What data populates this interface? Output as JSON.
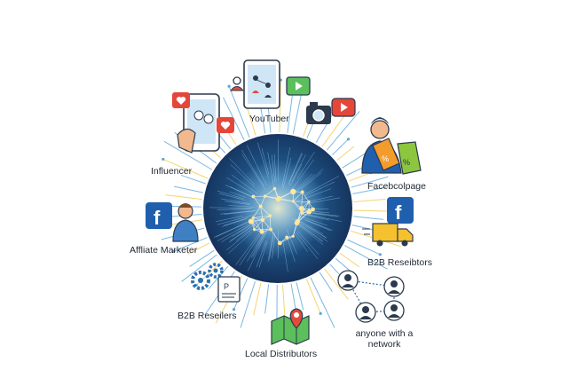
{
  "diagram": {
    "title": "",
    "hub": {
      "theme": "glowing network globe"
    },
    "nodes": [
      {
        "id": "youtuber",
        "label": "YouTuber",
        "icons": [
          "phone-icon",
          "video-play-icon",
          "camera-icon"
        ]
      },
      {
        "id": "influencer",
        "label": "Influencer",
        "icons": [
          "phone-icon",
          "heart-icon"
        ]
      },
      {
        "id": "facebook-page",
        "label": "Facebcolpage",
        "icons": [
          "person-icon",
          "price-tag-icon"
        ]
      },
      {
        "id": "affiliate",
        "label": "Affliate Marketer",
        "icons": [
          "facebook-icon",
          "person-icon"
        ]
      },
      {
        "id": "b2b-resellers-right",
        "label": "B2B Reseibtors",
        "icons": [
          "facebook-icon",
          "truck-icon"
        ]
      },
      {
        "id": "b2b-resellers-left",
        "label": "B2B Reseilers",
        "icons": [
          "gears-icon",
          "document-icon"
        ]
      },
      {
        "id": "network",
        "label": "anyone with a\nnetwork",
        "icons": [
          "people-network-icon"
        ]
      },
      {
        "id": "local-distributors",
        "label": "Local Distributors",
        "icons": [
          "map-pin-icon"
        ]
      }
    ]
  },
  "colors": {
    "hub_dark": "#15315a",
    "hub_mid": "#1f5a8f",
    "glow": "#ffe79a",
    "ray_blue": "#5aa6d6",
    "ray_yellow": "#f2c94c",
    "phone_blue": "#cfe6f6",
    "heart_red": "#e4463a",
    "facebook_blue": "#1f5fae",
    "tag_orange": "#f39c2c",
    "tag_green": "#8cc63f",
    "truck_yellow": "#f6c12e",
    "gear_blue": "#2c6fb0",
    "pin_red": "#e24a3b",
    "map_green": "#5bbf5b",
    "text": "#1f2733"
  }
}
